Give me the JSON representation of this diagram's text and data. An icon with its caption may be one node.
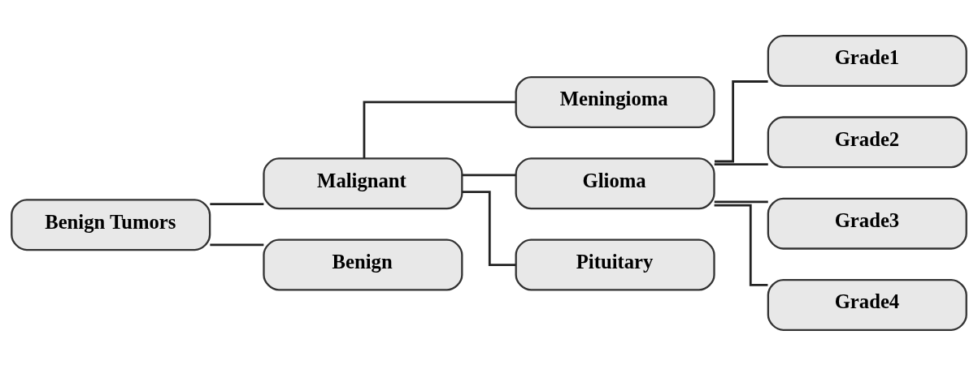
{
  "diagram": {
    "nodes": [
      {
        "text": [
          "Benign Tumors"
        ]
      },
      {
        "text": [
          "Malignant"
        ]
      },
      {
        "text": [
          "Benign"
        ]
      },
      {
        "text": [
          "Meningioma"
        ]
      },
      {
        "text": [
          "Glioma"
        ]
      },
      {
        "text": [
          "Pituitary"
        ]
      },
      {
        "text": [
          "Grade1"
        ]
      },
      {
        "text": [
          "Grade2"
        ]
      },
      {
        "text": [
          "Grade3"
        ]
      },
      {
        "text": [
          "Grade4"
        ]
      }
    ],
    "edges": [
      {
        "from": 0,
        "to": 1,
        "arrow": "none"
      },
      {
        "from": 0,
        "to": 2,
        "arrow": "none"
      },
      {
        "from": 1,
        "to": 3,
        "arrow": "none"
      },
      {
        "from": 1,
        "to": 4,
        "arrow": "none"
      },
      {
        "from": 1,
        "to": 5,
        "arrow": "none"
      },
      {
        "from": 4,
        "to": 6,
        "arrow": "none"
      },
      {
        "from": 4,
        "to": 7,
        "arrow": "none"
      },
      {
        "from": 4,
        "to": 8,
        "arrow": "none"
      },
      {
        "from": 4,
        "to": 9,
        "arrow": "none"
      }
    ]
  }
}
